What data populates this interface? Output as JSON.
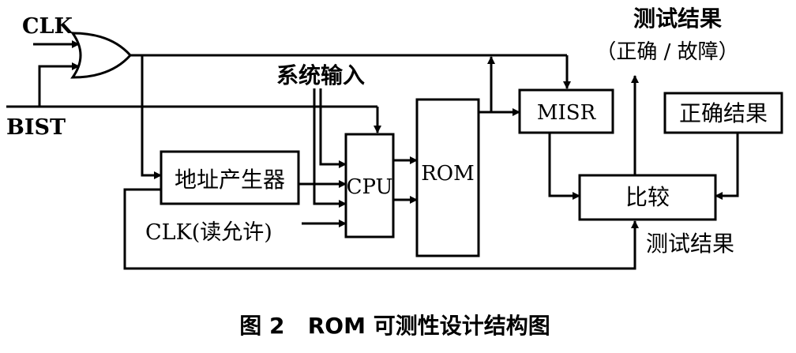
{
  "diagram": {
    "caption": "图 2   ROM 可测性设计结构图",
    "inputs": {
      "clk": "CLK",
      "bist": "BIST",
      "system_input": "系统输入",
      "clk_read_enable": "CLK(读允许)"
    },
    "blocks": {
      "address_generator": "地址产生器",
      "cpu": "CPU",
      "rom": "ROM",
      "misr": "MISR",
      "correct_result": "正确结果",
      "compare": "比较"
    },
    "outputs": {
      "test_result_top_line1": "测试结果",
      "test_result_top_line2": "（正确 / 故障）",
      "test_result_bottom": "测试结果"
    },
    "gate": "or-gate"
  }
}
